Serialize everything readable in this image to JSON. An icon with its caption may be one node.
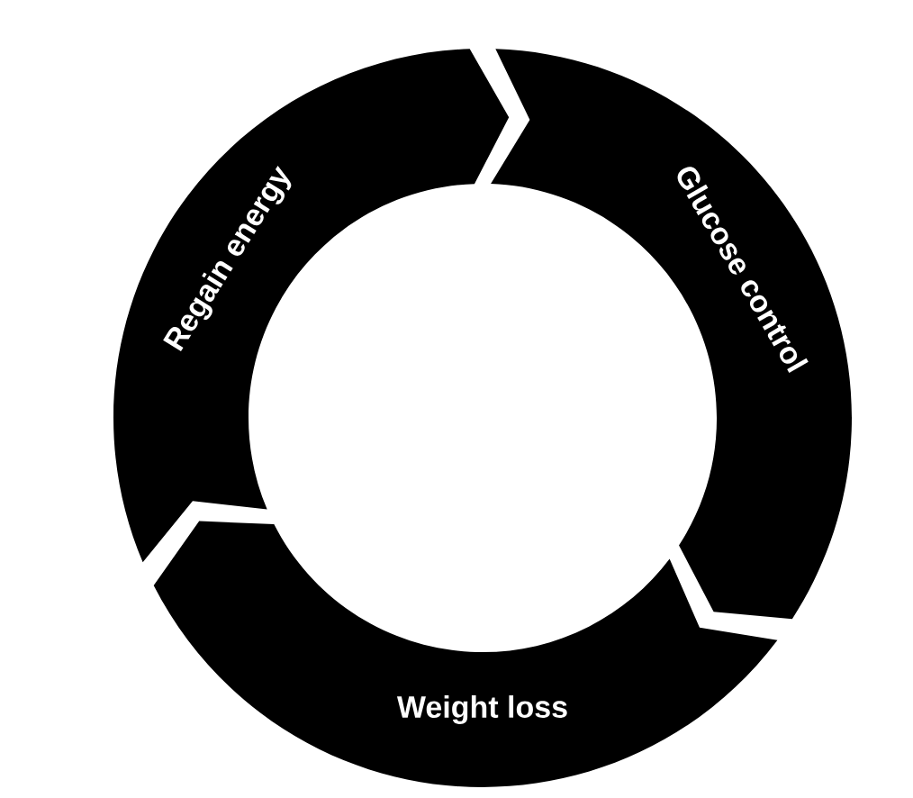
{
  "diagram": {
    "nodes": [
      {
        "text": [
          "Regain energy"
        ]
      },
      {
        "text": [
          "Glucose control"
        ]
      },
      {
        "text": [
          "Weight loss"
        ]
      }
    ]
  }
}
